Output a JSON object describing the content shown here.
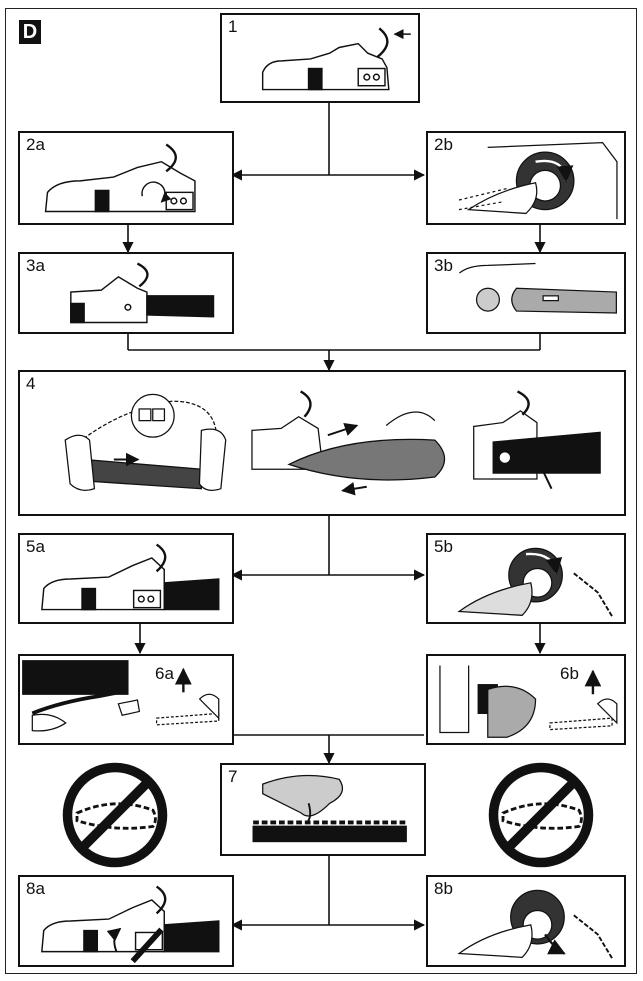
{
  "badge": "D",
  "steps": {
    "s1": "1",
    "s2a": "2a",
    "s2b": "2b",
    "s3a": "3a",
    "s3b": "3b",
    "s4": "4",
    "s5a": "5a",
    "s5b": "5b",
    "s6a": "6a",
    "s6b": "6b",
    "s7": "7",
    "s8a": "8a",
    "s8b": "8b"
  },
  "icons": {
    "prohibition_left": "prohibited-chain-bar-icon",
    "prohibition_right": "prohibited-chain-bar-icon"
  }
}
